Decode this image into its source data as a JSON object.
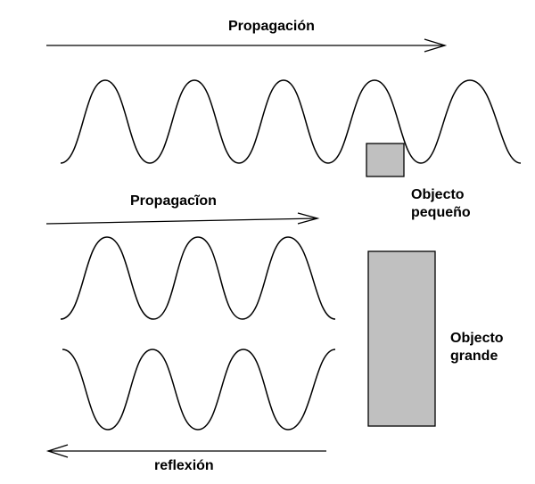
{
  "labels": {
    "propagation_top": "Propagación",
    "propagation_middle": "Propagacĩon",
    "reflection": "reflexión",
    "small_object": {
      "line1": "Objecto",
      "line2": "pequeño"
    },
    "large_object": {
      "line1": "Objecto",
      "line2": "grande"
    }
  },
  "colors": {
    "stroke": "#000000",
    "object_fill": "#c0c0c0",
    "background": "#ffffff"
  },
  "waves": {
    "top": {
      "crests": 5,
      "direction": "right"
    },
    "middle": {
      "crests": 3,
      "direction": "right"
    },
    "bottom": {
      "troughs": 3,
      "direction": "left"
    }
  }
}
